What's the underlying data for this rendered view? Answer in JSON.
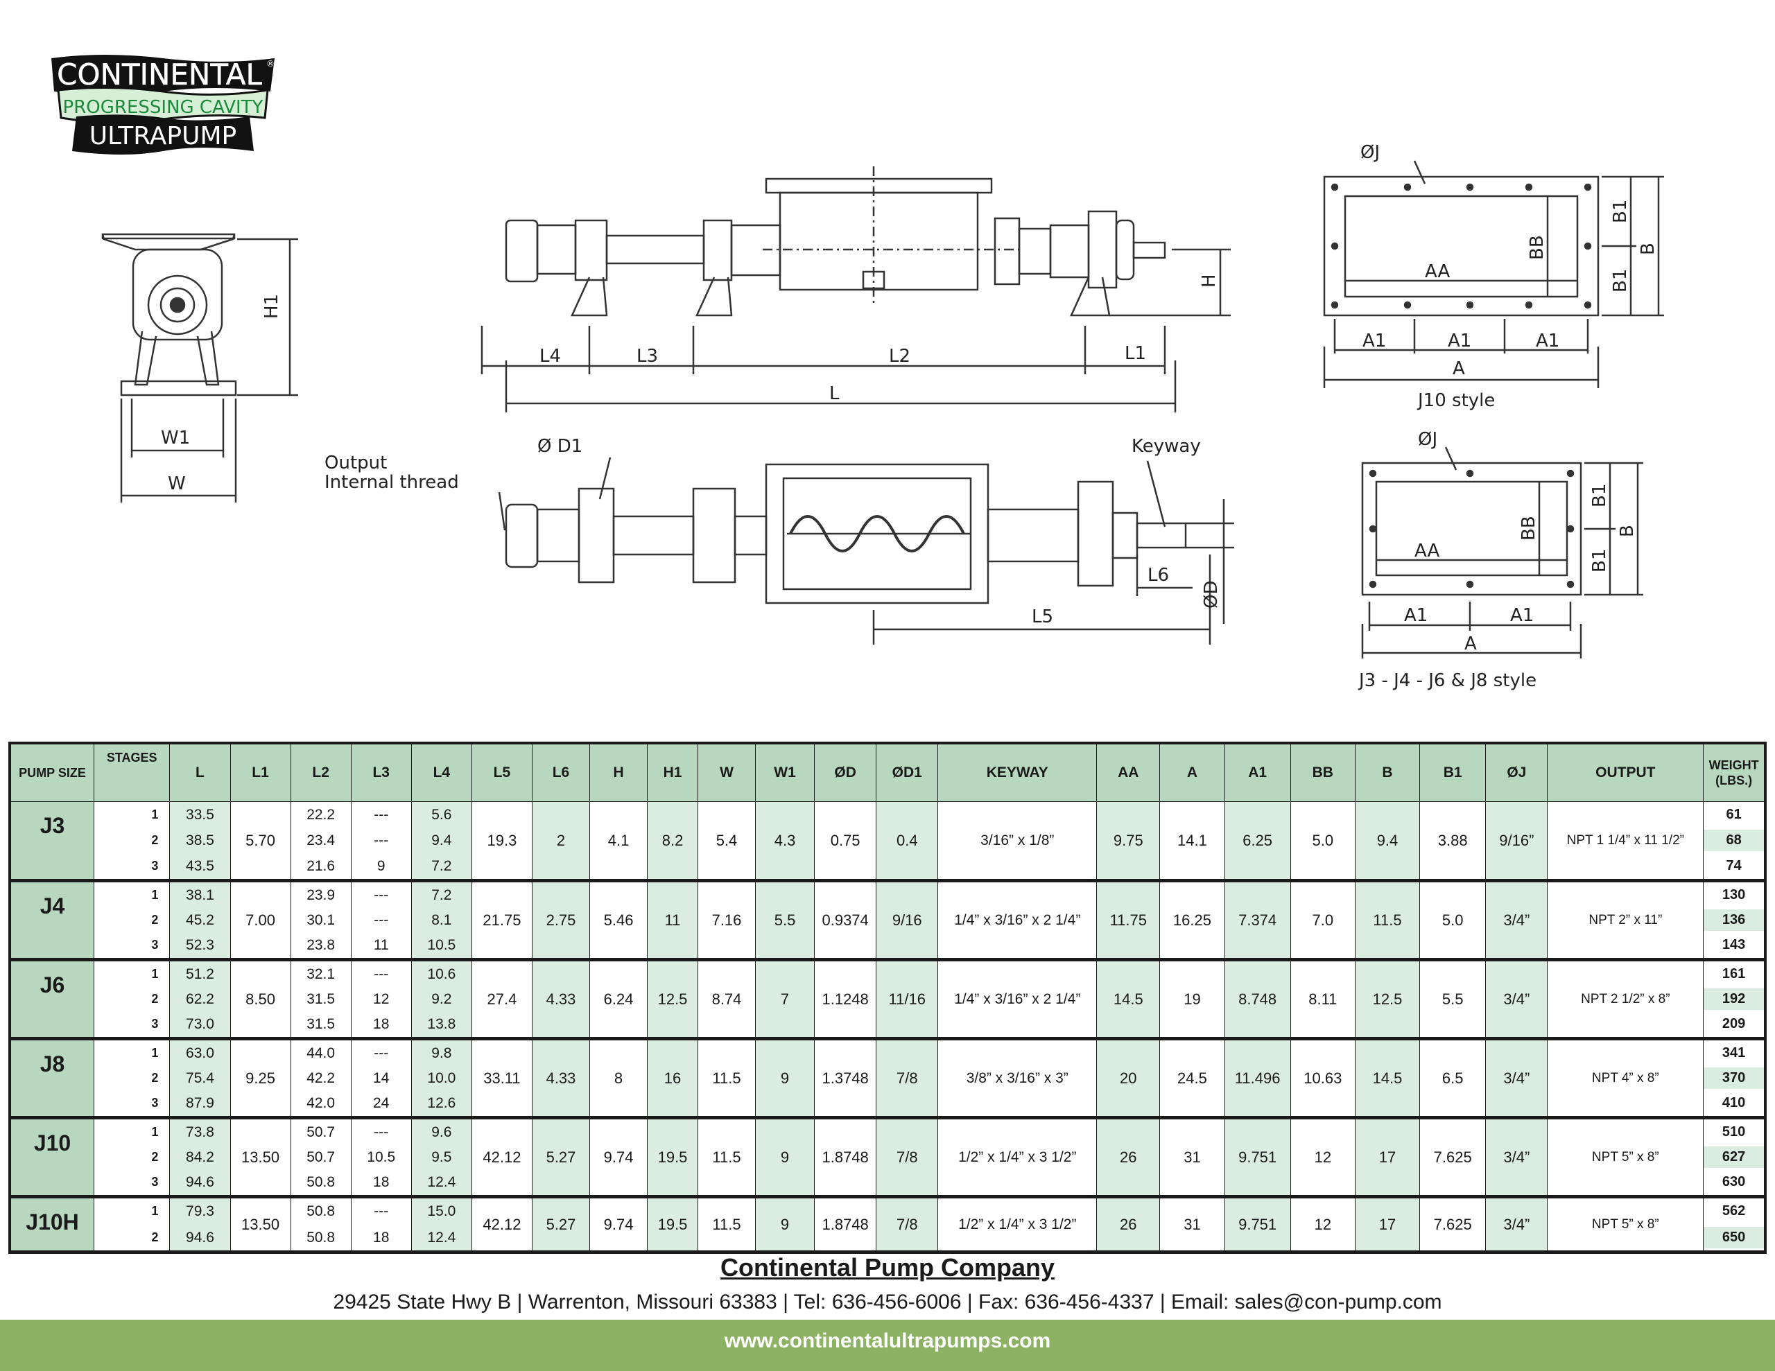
{
  "logo": {
    "brand_top": "CONTINENTAL",
    "brand_mid": "PROGRESSING CAVITY",
    "brand_bottom": "ULTRAPUMP",
    "registered": "®"
  },
  "drawing_labels": {
    "side_h1": "H1",
    "side_w1": "W1",
    "side_w": "W",
    "elev_h": "H",
    "elev_l4": "L4",
    "elev_l3": "L3",
    "elev_l2": "L2",
    "elev_l1": "L1",
    "elev_l": "L",
    "plan_output": "Output",
    "plan_internal": "Internal thread",
    "plan_d1": "Ø D1",
    "plan_keyway": "Keyway",
    "plan_l6": "L6",
    "plan_d": "ØD",
    "plan_l5": "L5",
    "j10_oj": "ØJ",
    "j10_aa": "AA",
    "j10_bb": "BB",
    "j10_b1a": "B1",
    "j10_b1b": "B1",
    "j10_b": "B",
    "j10_a1a": "A1",
    "j10_a1b": "A1",
    "j10_a1c": "A1",
    "j10_a": "A",
    "j10_style": "J10 style",
    "j3_oj": "ØJ",
    "j3_aa": "AA",
    "j3_bb": "BB",
    "j3_b1a": "B1",
    "j3_b1b": "B1",
    "j3_b": "B",
    "j3_a1a": "A1",
    "j3_a1b": "A1",
    "j3_a": "A",
    "j3_style": "J3 - J4 - J6 & J8 style"
  },
  "table": {
    "headers": {
      "pump_size": "PUMP SIZE",
      "stages": "STAGES",
      "L": "L",
      "L1": "L1",
      "L2": "L2",
      "L3": "L3",
      "L4": "L4",
      "L5": "L5",
      "L6": "L6",
      "H": "H",
      "H1": "H1",
      "W": "W",
      "W1": "W1",
      "OD": "ØD",
      "OD1": "ØD1",
      "keyway": "KEYWAY",
      "AA": "AA",
      "A": "A",
      "A1": "A1",
      "BB": "BB",
      "B": "B",
      "B1": "B1",
      "OJ": "ØJ",
      "output": "OUTPUT",
      "weight": "WEIGHT (LBS.)"
    },
    "rows": [
      {
        "size": "J3",
        "stages": [
          "1",
          "2",
          "3"
        ],
        "L": [
          "33.5",
          "38.5",
          "43.5"
        ],
        "L1": "5.70",
        "L2": [
          "22.2",
          "23.4",
          "21.6"
        ],
        "L3": [
          "---",
          "---",
          "9"
        ],
        "L4": [
          "5.6",
          "9.4",
          "7.2"
        ],
        "L5": "19.3",
        "L6": "2",
        "H": "4.1",
        "H1": "8.2",
        "W": "5.4",
        "W1": "4.3",
        "OD": "0.75",
        "OD1": "0.4",
        "keyway": "3/16” x 1/8”",
        "AA": "9.75",
        "A": "14.1",
        "A1": "6.25",
        "BB": "5.0",
        "B": "9.4",
        "B1": "3.88",
        "OJ": "9/16”",
        "output": "NPT 1 1/4” x 11 1/2”",
        "weight": [
          "61",
          "68",
          "74"
        ]
      },
      {
        "size": "J4",
        "stages": [
          "1",
          "2",
          "3"
        ],
        "L": [
          "38.1",
          "45.2",
          "52.3"
        ],
        "L1": "7.00",
        "L2": [
          "23.9",
          "30.1",
          "23.8"
        ],
        "L3": [
          "---",
          "---",
          "11"
        ],
        "L4": [
          "7.2",
          "8.1",
          "10.5"
        ],
        "L5": "21.75",
        "L6": "2.75",
        "H": "5.46",
        "H1": "11",
        "W": "7.16",
        "W1": "5.5",
        "OD": "0.9374",
        "OD1": "9/16",
        "keyway": "1/4” x 3/16” x 2 1/4”",
        "AA": "11.75",
        "A": "16.25",
        "A1": "7.374",
        "BB": "7.0",
        "B": "11.5",
        "B1": "5.0",
        "OJ": "3/4”",
        "output": "NPT 2” x 11”",
        "weight": [
          "130",
          "136",
          "143"
        ]
      },
      {
        "size": "J6",
        "stages": [
          "1",
          "2",
          "3"
        ],
        "L": [
          "51.2",
          "62.2",
          "73.0"
        ],
        "L1": "8.50",
        "L2": [
          "32.1",
          "31.5",
          "31.5"
        ],
        "L3": [
          "---",
          "12",
          "18"
        ],
        "L4": [
          "10.6",
          "9.2",
          "13.8"
        ],
        "L5": "27.4",
        "L6": "4.33",
        "H": "6.24",
        "H1": "12.5",
        "W": "8.74",
        "W1": "7",
        "OD": "1.1248",
        "OD1": "11/16",
        "keyway": "1/4” x 3/16” x 2 1/4”",
        "AA": "14.5",
        "A": "19",
        "A1": "8.748",
        "BB": "8.11",
        "B": "12.5",
        "B1": "5.5",
        "OJ": "3/4”",
        "output": "NPT 2 1/2” x 8”",
        "weight": [
          "161",
          "192",
          "209"
        ]
      },
      {
        "size": "J8",
        "stages": [
          "1",
          "2",
          "3"
        ],
        "L": [
          "63.0",
          "75.4",
          "87.9"
        ],
        "L1": "9.25",
        "L2": [
          "44.0",
          "42.2",
          "42.0"
        ],
        "L3": [
          "---",
          "14",
          "24"
        ],
        "L4": [
          "9.8",
          "10.0",
          "12.6"
        ],
        "L5": "33.11",
        "L6": "4.33",
        "H": "8",
        "H1": "16",
        "W": "11.5",
        "W1": "9",
        "OD": "1.3748",
        "OD1": "7/8",
        "keyway": "3/8” x 3/16” x 3”",
        "AA": "20",
        "A": "24.5",
        "A1": "11.496",
        "BB": "10.63",
        "B": "14.5",
        "B1": "6.5",
        "OJ": "3/4”",
        "output": "NPT 4” x 8”",
        "weight": [
          "341",
          "370",
          "410"
        ]
      },
      {
        "size": "J10",
        "stages": [
          "1",
          "2",
          "3"
        ],
        "L": [
          "73.8",
          "84.2",
          "94.6"
        ],
        "L1": "13.50",
        "L2": [
          "50.7",
          "50.7",
          "50.8"
        ],
        "L3": [
          "---",
          "10.5",
          "18"
        ],
        "L4": [
          "9.6",
          "9.5",
          "12.4"
        ],
        "L5": "42.12",
        "L6": "5.27",
        "H": "9.74",
        "H1": "19.5",
        "W": "11.5",
        "W1": "9",
        "OD": "1.8748",
        "OD1": "7/8",
        "keyway": "1/2” x 1/4” x 3 1/2”",
        "AA": "26",
        "A": "31",
        "A1": "9.751",
        "BB": "12",
        "B": "17",
        "B1": "7.625",
        "OJ": "3/4”",
        "output": "NPT 5” x 8”",
        "weight": [
          "510",
          "627",
          "630"
        ]
      },
      {
        "size": "J10H",
        "stages": [
          "1",
          "2"
        ],
        "L": [
          "79.3",
          "94.6"
        ],
        "L1": "13.50",
        "L2": [
          "50.8",
          "50.8"
        ],
        "L3": [
          "---",
          "18"
        ],
        "L4": [
          "15.0",
          "12.4"
        ],
        "L5": "42.12",
        "L6": "5.27",
        "H": "9.74",
        "H1": "19.5",
        "W": "11.5",
        "W1": "9",
        "OD": "1.8748",
        "OD1": "7/8",
        "keyway": "1/2” x 1/4” x 3 1/2”",
        "AA": "26",
        "A": "31",
        "A1": "9.751",
        "BB": "12",
        "B": "17",
        "B1": "7.625",
        "OJ": "3/4”",
        "output": "NPT 5” x 8”",
        "weight": [
          "562",
          "650"
        ]
      }
    ]
  },
  "footer": {
    "company": "Continental Pump Company",
    "address": "29425 State Hwy B | Warrenton, Missouri 63383 | Tel: 636-456-6006 | Fax: 636-456-4337 | Email: sales@con-pump.com",
    "website": "www.continentalultrapumps.com",
    "band_color": "#8db264"
  }
}
